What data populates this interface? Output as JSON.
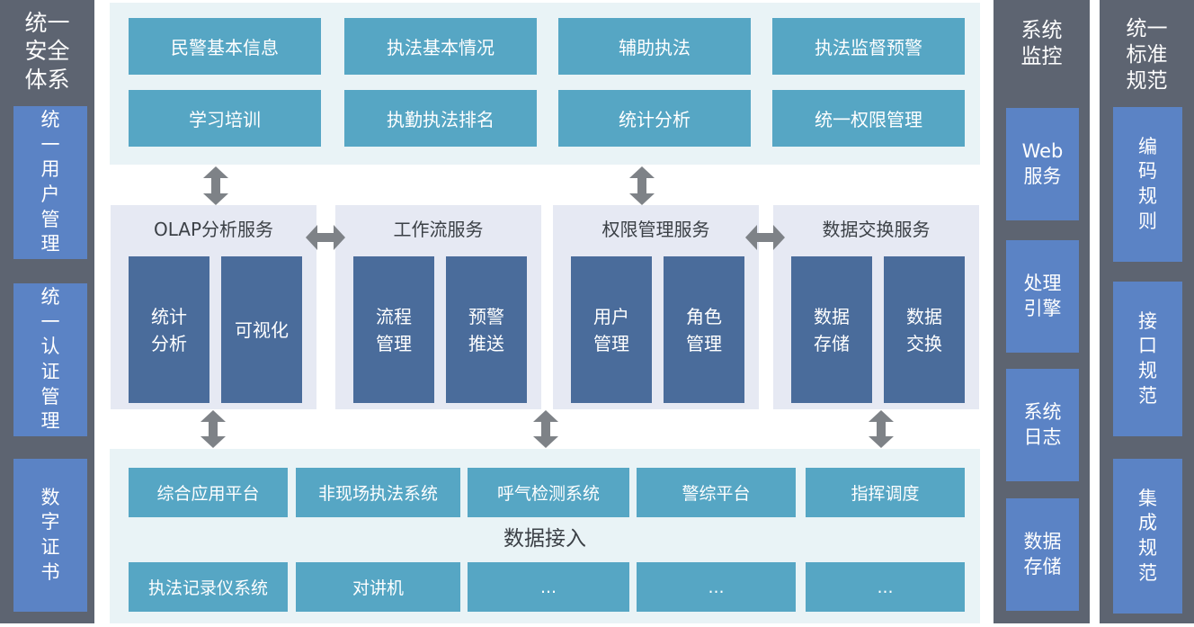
{
  "left_sidebar": {
    "title": "统一\n安全\n体系",
    "items": [
      "统一用户管理",
      "统一认证管理",
      "数字证书"
    ]
  },
  "top_band": {
    "boxes": [
      "民警基本信息",
      "执法基本情况",
      "辅助执法",
      "执法监督预警",
      "学习培训",
      "执勤执法排名",
      "统计分析",
      "统一权限管理"
    ]
  },
  "service_band": {
    "groups": [
      {
        "title": "OLAP分析服务",
        "items": [
          "统计\n分析",
          "可视化"
        ]
      },
      {
        "title": "工作流服务",
        "items": [
          "流程\n管理",
          "预警\n推送"
        ]
      },
      {
        "title": "权限管理服务",
        "items": [
          "用户\n管理",
          "角色\n管理"
        ]
      },
      {
        "title": "数据交换服务",
        "items": [
          "数据\n存储",
          "数据\n交换"
        ]
      }
    ]
  },
  "access_band": {
    "row1": [
      "综合应用平台",
      "非现场执法系统",
      "呼气检测系统",
      "警综平台",
      "指挥调度"
    ],
    "label": "数据接入",
    "row2": [
      "执法记录仪系统",
      "对讲机",
      "...",
      "...",
      "..."
    ]
  },
  "monitor_sidebar": {
    "title": "系统\n监控",
    "items": [
      "Web\n服务",
      "处理\n引擎",
      "系统\n日志",
      "数据\n存储"
    ]
  },
  "standards_sidebar": {
    "title": "统一\n标准\n规范",
    "items": [
      "编码规则",
      "接口规范",
      "集成规范"
    ]
  },
  "colors": {
    "rail_bg": "#5d6471",
    "rail_box": "#5b83c5",
    "band_bg": "#e9f3f6",
    "teal_box": "#56a6c4",
    "group_bg": "#e6e9f3",
    "module_box": "#4a6c9b",
    "arrow": "#7e8287",
    "dark_text": "#3b4046",
    "light_text": "#ffffff"
  }
}
